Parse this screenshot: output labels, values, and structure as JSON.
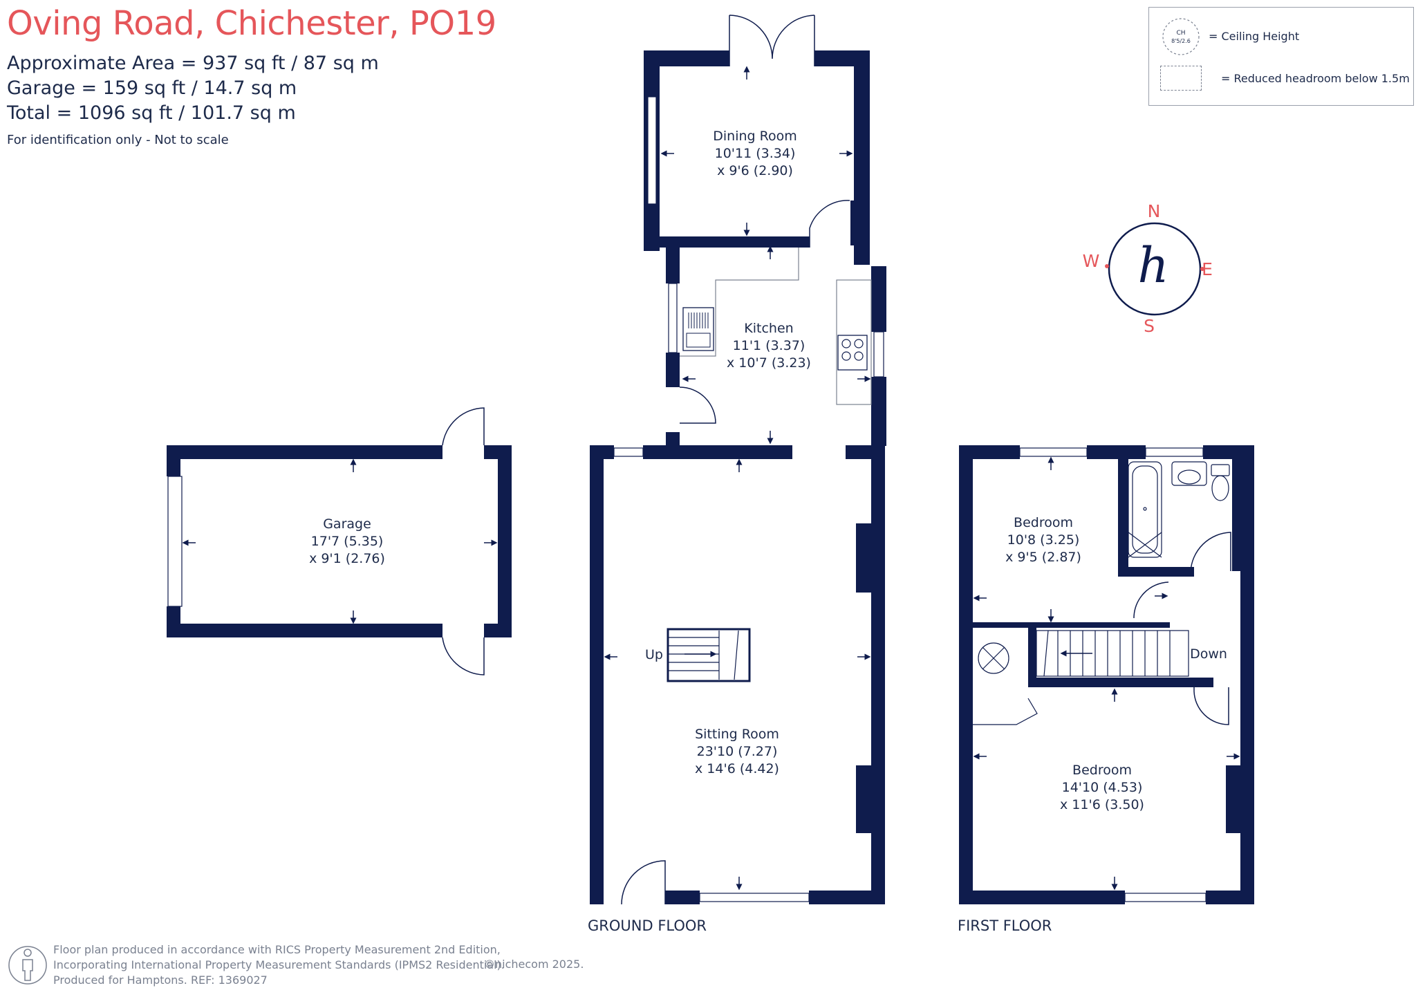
{
  "header": {
    "title": "Oving Road, Chichester, PO19",
    "approx_area": "Approximate Area = 937 sq ft / 87 sq m",
    "garage_area": "Garage = 159 sq ft / 14.7 sq m",
    "total_area": "Total = 1096 sq ft / 101.7 sq m",
    "disclaimer": "For identification only - Not to scale"
  },
  "legend": {
    "ceiling_symbol_top": "CH",
    "ceiling_symbol_bottom": "8'5/2.6",
    "ceiling_label": "= Ceiling Height",
    "headroom_label": "= Reduced headroom below 1.5m"
  },
  "compass": {
    "n": "N",
    "e": "E",
    "s": "S",
    "w": "W",
    "logo": "h"
  },
  "rooms": {
    "dining": {
      "name": "Dining Room",
      "dim1": "10'11 (3.34)",
      "dim2": "x 9'6 (2.90)"
    },
    "kitchen": {
      "name": "Kitchen",
      "dim1": "11'1 (3.37)",
      "dim2": "x 10'7 (3.23)"
    },
    "garage": {
      "name": "Garage",
      "dim1": "17'7 (5.35)",
      "dim2": "x 9'1 (2.76)"
    },
    "sitting": {
      "name": "Sitting Room",
      "dim1": "23'10 (7.27)",
      "dim2": "x 14'6 (4.42)"
    },
    "bedroom1": {
      "name": "Bedroom",
      "dim1": "10'8 (3.25)",
      "dim2": "x 9'5 (2.87)"
    },
    "bedroom2": {
      "name": "Bedroom",
      "dim1": "14'10 (4.53)",
      "dim2": "x 11'6 (3.50)"
    }
  },
  "stairs": {
    "up": "Up",
    "down": "Down"
  },
  "floors": {
    "ground": "GROUND FLOOR",
    "first": "FIRST FLOOR"
  },
  "footer": {
    "line1": "Floor plan produced in accordance with RICS Property Measurement 2nd Edition,",
    "line2": "Incorporating International Property Measurement Standards (IPMS2 Residential).",
    "line3": "Produced for Hamptons.  REF:  1369027",
    "copyright": "©nichecom 2025."
  },
  "colors": {
    "wall": "#0f1c4d",
    "accent": "#e5565a",
    "text": "#1d2a4a",
    "muted": "#7a8190"
  }
}
